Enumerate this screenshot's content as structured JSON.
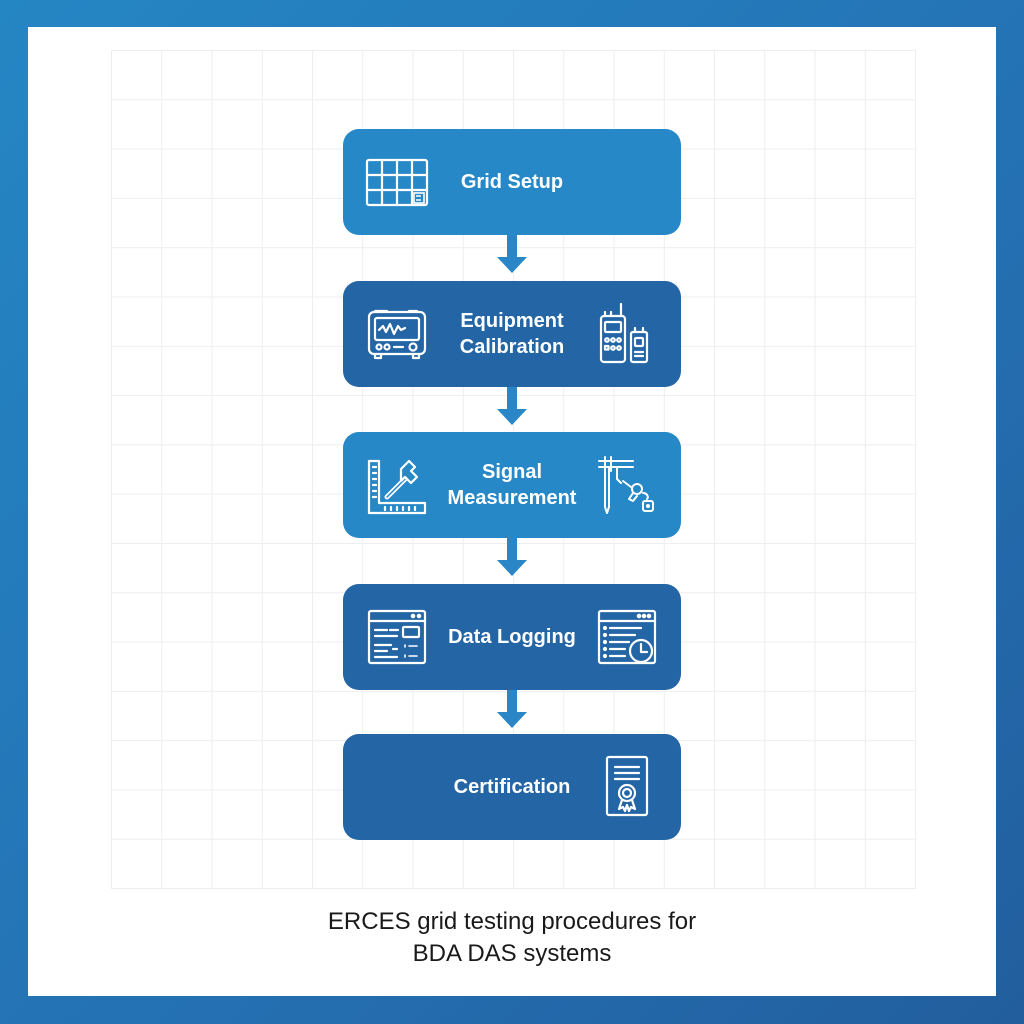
{
  "diagram": {
    "type": "vertical-flowchart",
    "colors": {
      "frame": "#2472b4",
      "canvas": "#ffffff",
      "grid_line": "#eeeeef",
      "step_light": "#2688c6",
      "step_dark": "#2365a5",
      "arrow": "#2a86c6",
      "text_on_step": "#ffffff",
      "caption": "#1a1a1a"
    },
    "steps": [
      {
        "label": "Grid Setup",
        "left_icon": "grid-table-icon",
        "right_icon": null
      },
      {
        "label": "Equipment\nCalibration",
        "left_icon": "oscilloscope-monitor-icon",
        "right_icon": "two-way-radio-icon"
      },
      {
        "label": "Signal\nMeasurement",
        "left_icon": "square-ruler-wrench-icon",
        "right_icon": "caliper-probe-icon"
      },
      {
        "label": "Data Logging",
        "left_icon": "data-form-window-icon",
        "right_icon": "log-list-clock-icon"
      },
      {
        "label": "Certification",
        "left_icon": null,
        "right_icon": "certificate-ribbon-icon"
      }
    ],
    "connectors": [
      "down-arrow",
      "down-arrow",
      "down-arrow",
      "down-arrow"
    ],
    "caption": "ERCES grid testing procedures for\nBDA DAS systems"
  }
}
